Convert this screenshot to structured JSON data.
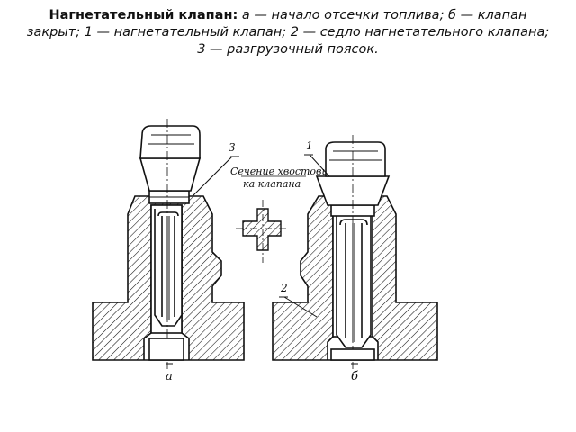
{
  "caption": {
    "bold": "Нагнетательный клапан:",
    "text": "а — начало отсечки топлива; б — клапан закрыт; 1 — нагнетательный клапан; 2 — седло нагнетательного клапана; 3 — разгрузочный поясок."
  },
  "figure": {
    "callouts": {
      "one": "1",
      "two": "2",
      "three": "3"
    },
    "section_label_line1": "Сечение хвостови-",
    "section_label_line2": "ка клапана",
    "view_a": "а",
    "view_b": "б",
    "colors": {
      "stroke": "#111111",
      "background": "#ffffff"
    }
  }
}
